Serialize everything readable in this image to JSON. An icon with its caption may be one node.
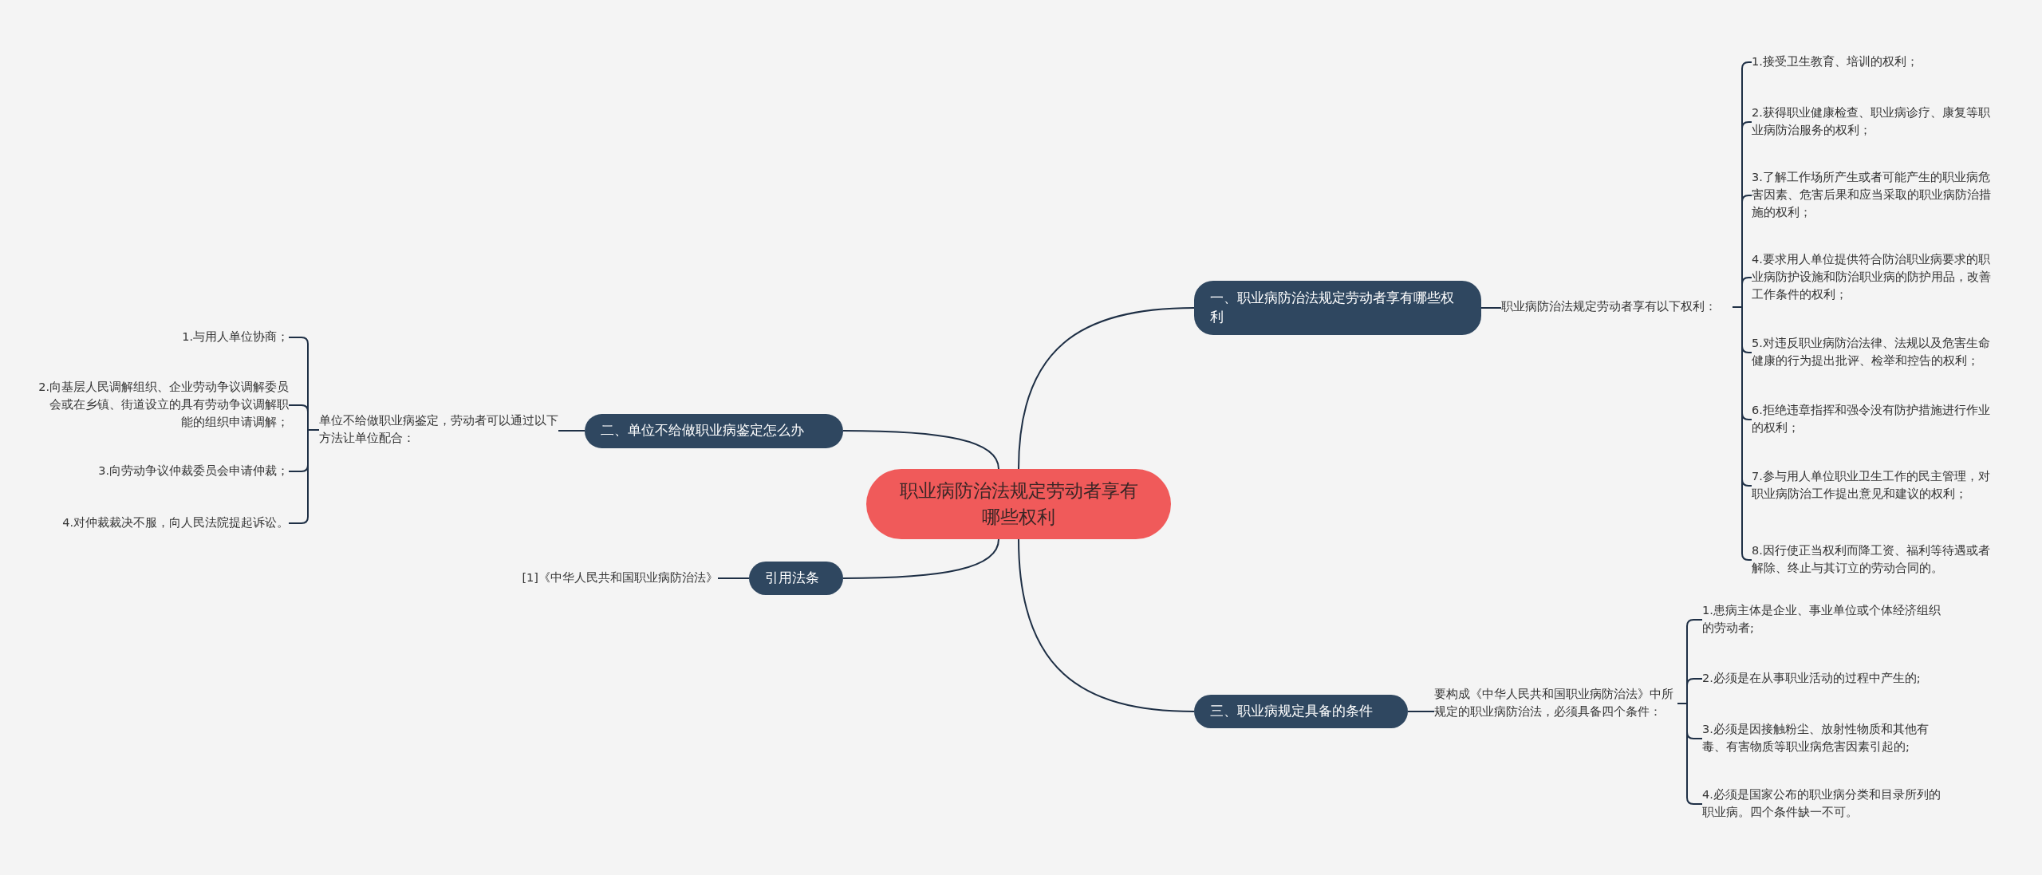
{
  "diagram": {
    "nodes": [
      {
        "text": [
          "职业病防治法规定劳动者享有哪些权利"
        ]
      },
      {
        "text": [
          "一、职业病防治法规定劳动者享有哪些权利"
        ]
      },
      {
        "text": [
          "职业病防治法规定劳动者享有以下权利："
        ]
      },
      {
        "text": [
          "1.接受卫生教育、培训的权利；"
        ]
      },
      {
        "text": [
          "2.获得职业健康检查、职业病诊疗、康复等职业病防治服务的权利；"
        ]
      },
      {
        "text": [
          "3.了解工作场所产生或者可能产生的职业病危害因素、危害后果和应当采取的职业病防治措施的权利；"
        ]
      },
      {
        "text": [
          "4.要求用人单位提供符合防治职业病要求的职业病防护设施和防治职业病的防护用品，改善工作条件的权利；"
        ]
      },
      {
        "text": [
          "5.对违反职业病防治法律、法规以及危害生命健康的行为提出批评、检举和控告的权利；"
        ]
      },
      {
        "text": [
          "6.拒绝违章指挥和强令没有防护措施进行作业的权利；"
        ]
      },
      {
        "text": [
          "7.参与用人单位职业卫生工作的民主管理，对职业病防治工作提出意见和建议的权利；"
        ]
      },
      {
        "text": [
          "8.因行使正当权利而降工资、福利等待遇或者解除、终止与其订立的劳动合同的。"
        ]
      },
      {
        "text": [
          "二、单位不给做职业病鉴定怎么办"
        ]
      },
      {
        "text": [
          "单位不给做职业病鉴定，劳动者可以通过以下方法让单位配合："
        ]
      },
      {
        "text": [
          "1.与用人单位协商；"
        ]
      },
      {
        "text": [
          "2.向基层人民调解组织、企业劳动争议调解委员会或在乡镇、街道设立的具有劳动争议调解职能的组织申请调解；"
        ]
      },
      {
        "text": [
          "3.向劳动争议仲裁委员会申请仲裁；"
        ]
      },
      {
        "text": [
          "4.对仲裁裁决不服，向人民法院提起诉讼。"
        ]
      },
      {
        "text": [
          "引用法条"
        ]
      },
      {
        "text": [
          "[1]《中华人民共和国职业病防治法》"
        ]
      },
      {
        "text": [
          "三、职业病规定具备的条件"
        ]
      },
      {
        "text": [
          "要构成《中华人民共和国职业病防治法》中所规定的职业病防治法，必须具备四个条件："
        ]
      },
      {
        "text": [
          "1.患病主体是企业、事业单位或个体经济组织的劳动者;"
        ]
      },
      {
        "text": [
          "2.必须是在从事职业活动的过程中产生的;"
        ]
      },
      {
        "text": [
          "3.必须是因接触粉尘、放射性物质和其他有毒、有害物质等职业病危害因素引起的;"
        ]
      },
      {
        "text": [
          "4.必须是国家公布的职业病分类和目录所列的职业病。四个条件缺一不可。"
        ]
      }
    ],
    "edges": [
      {
        "from": 0,
        "to": 1,
        "arrow": "none"
      },
      {
        "from": 1,
        "to": 2,
        "arrow": "none"
      },
      {
        "from": 2,
        "to": 3,
        "arrow": "none"
      },
      {
        "from": 2,
        "to": 4,
        "arrow": "none"
      },
      {
        "from": 2,
        "to": 5,
        "arrow": "none"
      },
      {
        "from": 2,
        "to": 6,
        "arrow": "none"
      },
      {
        "from": 2,
        "to": 7,
        "arrow": "none"
      },
      {
        "from": 2,
        "to": 8,
        "arrow": "none"
      },
      {
        "from": 2,
        "to": 9,
        "arrow": "none"
      },
      {
        "from": 2,
        "to": 10,
        "arrow": "none"
      },
      {
        "from": 0,
        "to": 11,
        "arrow": "none"
      },
      {
        "from": 11,
        "to": 12,
        "arrow": "none"
      },
      {
        "from": 12,
        "to": 13,
        "arrow": "none"
      },
      {
        "from": 12,
        "to": 14,
        "arrow": "none"
      },
      {
        "from": 12,
        "to": 15,
        "arrow": "none"
      },
      {
        "from": 12,
        "to": 16,
        "arrow": "none"
      },
      {
        "from": 0,
        "to": 17,
        "arrow": "none"
      },
      {
        "from": 17,
        "to": 18,
        "arrow": "none"
      },
      {
        "from": 0,
        "to": 19,
        "arrow": "none"
      },
      {
        "from": 19,
        "to": 20,
        "arrow": "none"
      },
      {
        "from": 20,
        "to": 21,
        "arrow": "none"
      },
      {
        "from": 20,
        "to": 22,
        "arrow": "none"
      },
      {
        "from": 20,
        "to": 23,
        "arrow": "none"
      },
      {
        "from": 20,
        "to": 24,
        "arrow": "none"
      }
    ]
  }
}
